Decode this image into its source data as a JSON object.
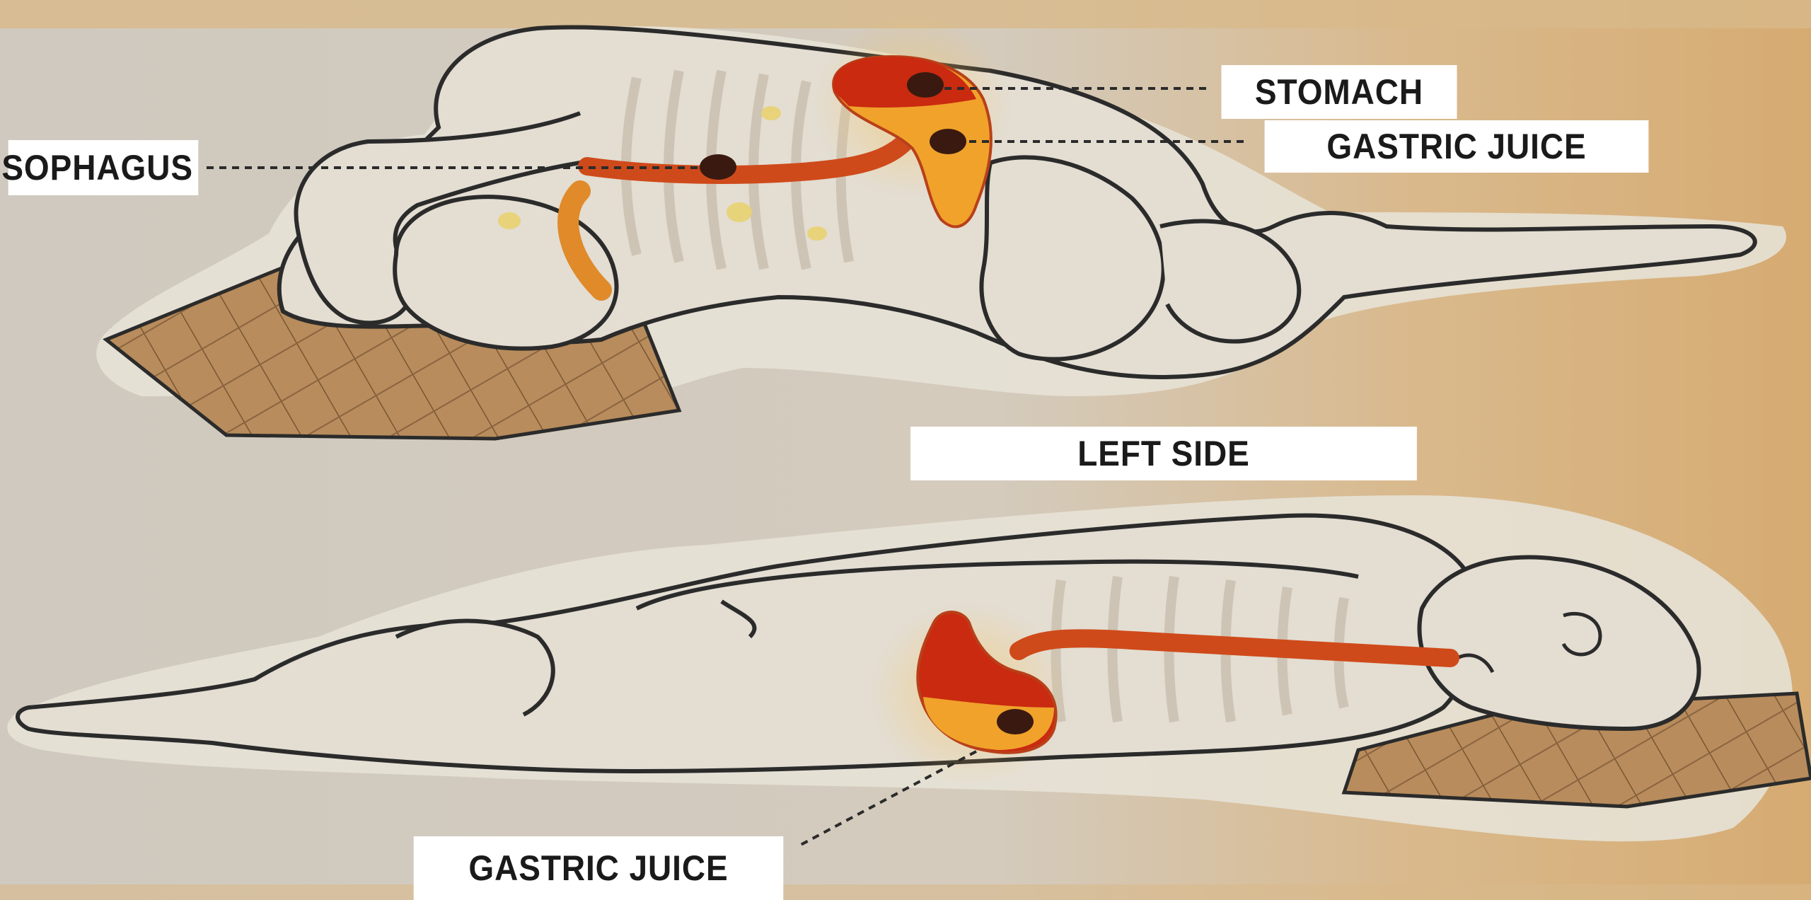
{
  "labels": {
    "esophagus": "ESOPHAGUS",
    "stomach": "STOMACH",
    "gastric_juice_top": "GASTRIC JUICE",
    "left_side": "LEFT SIDE",
    "gastric_juice_bottom": "GASTRIC JUICE"
  },
  "colors": {
    "background_gray": "#ccc9c2",
    "sand": "#d8b98a",
    "body_fill": "#e2ddd2",
    "outline": "#2b2b2b",
    "pillow": "#b58a5a",
    "stomach_red": "#c92a10",
    "gastric_yellow": "#f0a22a",
    "esophagus": "#cf4a1a"
  }
}
